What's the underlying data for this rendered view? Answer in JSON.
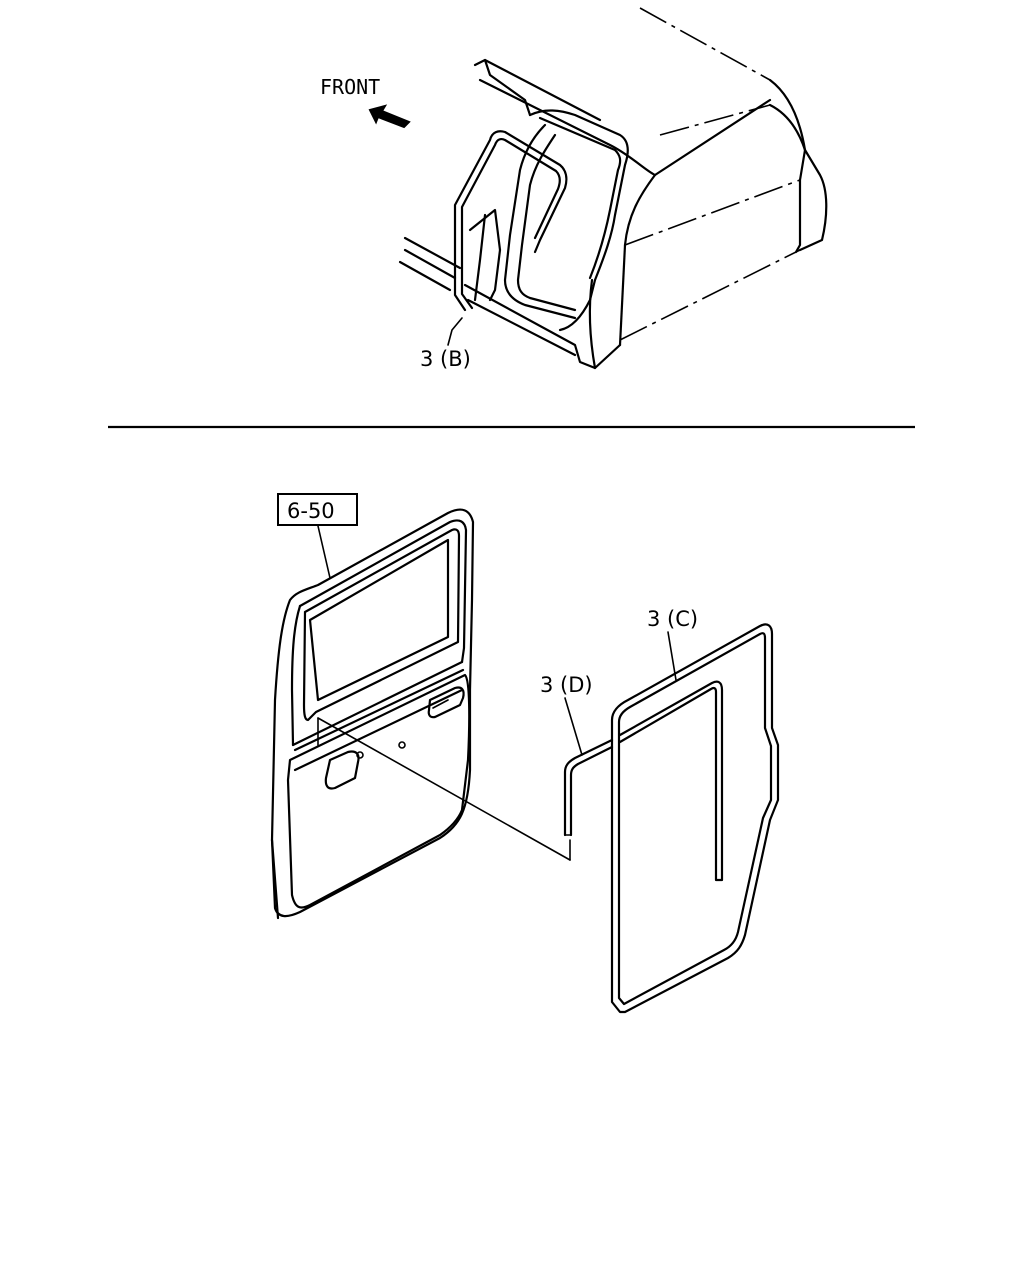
{
  "labels": {
    "front": "FRONT",
    "part_3b": "3 (B)",
    "part_3c": "3 (C)",
    "part_3d": "3 (D)",
    "ref_box": "6-50"
  }
}
